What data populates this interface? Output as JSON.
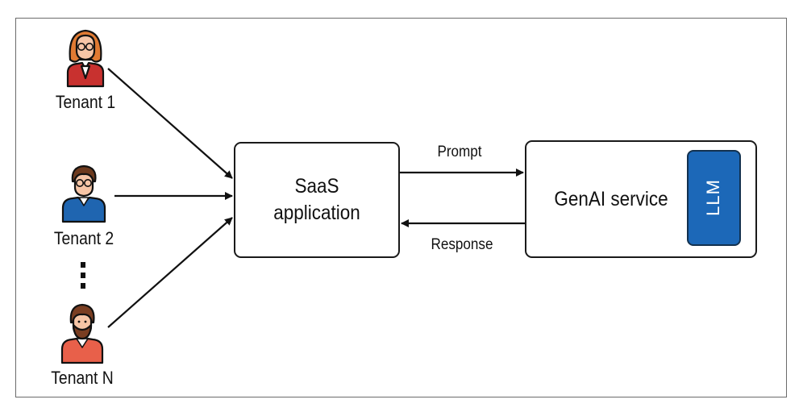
{
  "tenants": [
    {
      "label": "Tenant 1",
      "icon": "woman-with-glasses-avatar-icon",
      "shirt_color": "#c8312f"
    },
    {
      "label": "Tenant 2",
      "icon": "man-with-glasses-avatar-icon",
      "shirt_color": "#1f65b0"
    },
    {
      "label": "Tenant N",
      "icon": "bearded-man-avatar-icon",
      "shirt_color": "#e8604a"
    }
  ],
  "ellipsis_icon": "vertical-ellipsis-icon",
  "saas_box": {
    "line1": "SaaS",
    "line2": "application"
  },
  "genai_box": {
    "label": "GenAI service"
  },
  "llm": {
    "label": "LLM",
    "color": "#1c68b8"
  },
  "arrows": {
    "prompt_label": "Prompt",
    "response_label": "Response"
  },
  "colors": {
    "frame": "#6b6b6b",
    "skin": "#f6c5a6",
    "hair_woman": "#e07a32",
    "hair_man": "#6d3a1e",
    "hair_bearded": "#7a3e22",
    "stroke": "#111111"
  }
}
